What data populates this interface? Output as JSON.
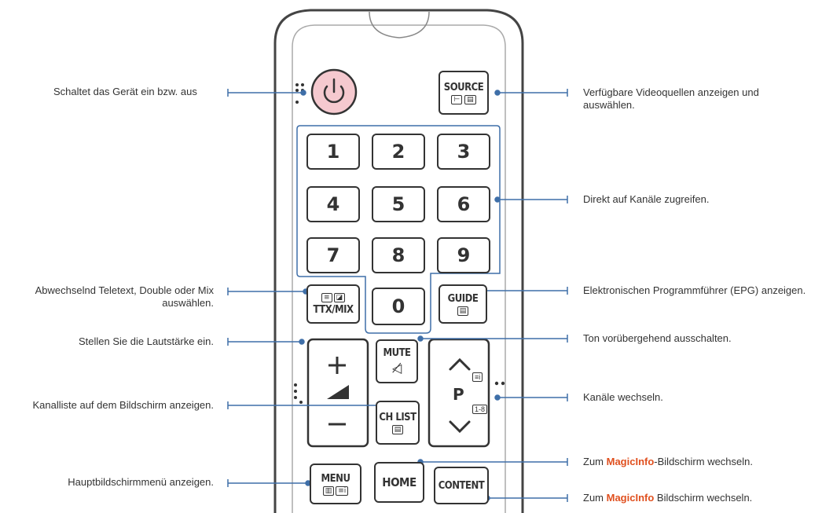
{
  "buttons": {
    "source": "SOURCE",
    "numbers": [
      "1",
      "2",
      "3",
      "4",
      "5",
      "6",
      "7",
      "8",
      "9",
      "0"
    ],
    "ttx": "TTX/MIX",
    "guide": "GUIDE",
    "mute": "MUTE",
    "volume_plus": "+",
    "volume_minus": "−",
    "channel_p": "P",
    "ch_list": "CH LIST",
    "menu": "MENU",
    "home": "HOME",
    "content": "CONTENT"
  },
  "labels": {
    "power": "Schaltet das Gerät ein bzw. aus",
    "source": "Verfügbare Videoquellen anzeigen und auswählen.",
    "numbers": "Direkt auf Kanäle zugreifen.",
    "ttx": "Abwechselnd Teletext, Double oder Mix auswählen.",
    "guide": "Elektronischen Programmführer (EPG) anzeigen.",
    "volume": "Stellen Sie die Lautstärke ein.",
    "mute": "Ton vorübergehend ausschalten.",
    "channel": "Kanäle wechseln.",
    "ch_list": "Kanalliste auf dem Bildschirm anzeigen.",
    "menu": "Hauptbildschirmmenü anzeigen.",
    "home_prefix": "Zum ",
    "home_brand": "MagicInfo",
    "home_suffix": "-Bildschirm wechseln.",
    "content_prefix": "Zum ",
    "content_brand": "MagicInfo",
    "content_suffix": " Bildschirm wechseln."
  },
  "colors": {
    "leader": "#3f6fa8",
    "brand": "#e0501f",
    "power_fill": "#f5c9cf",
    "outline": "#333333"
  }
}
